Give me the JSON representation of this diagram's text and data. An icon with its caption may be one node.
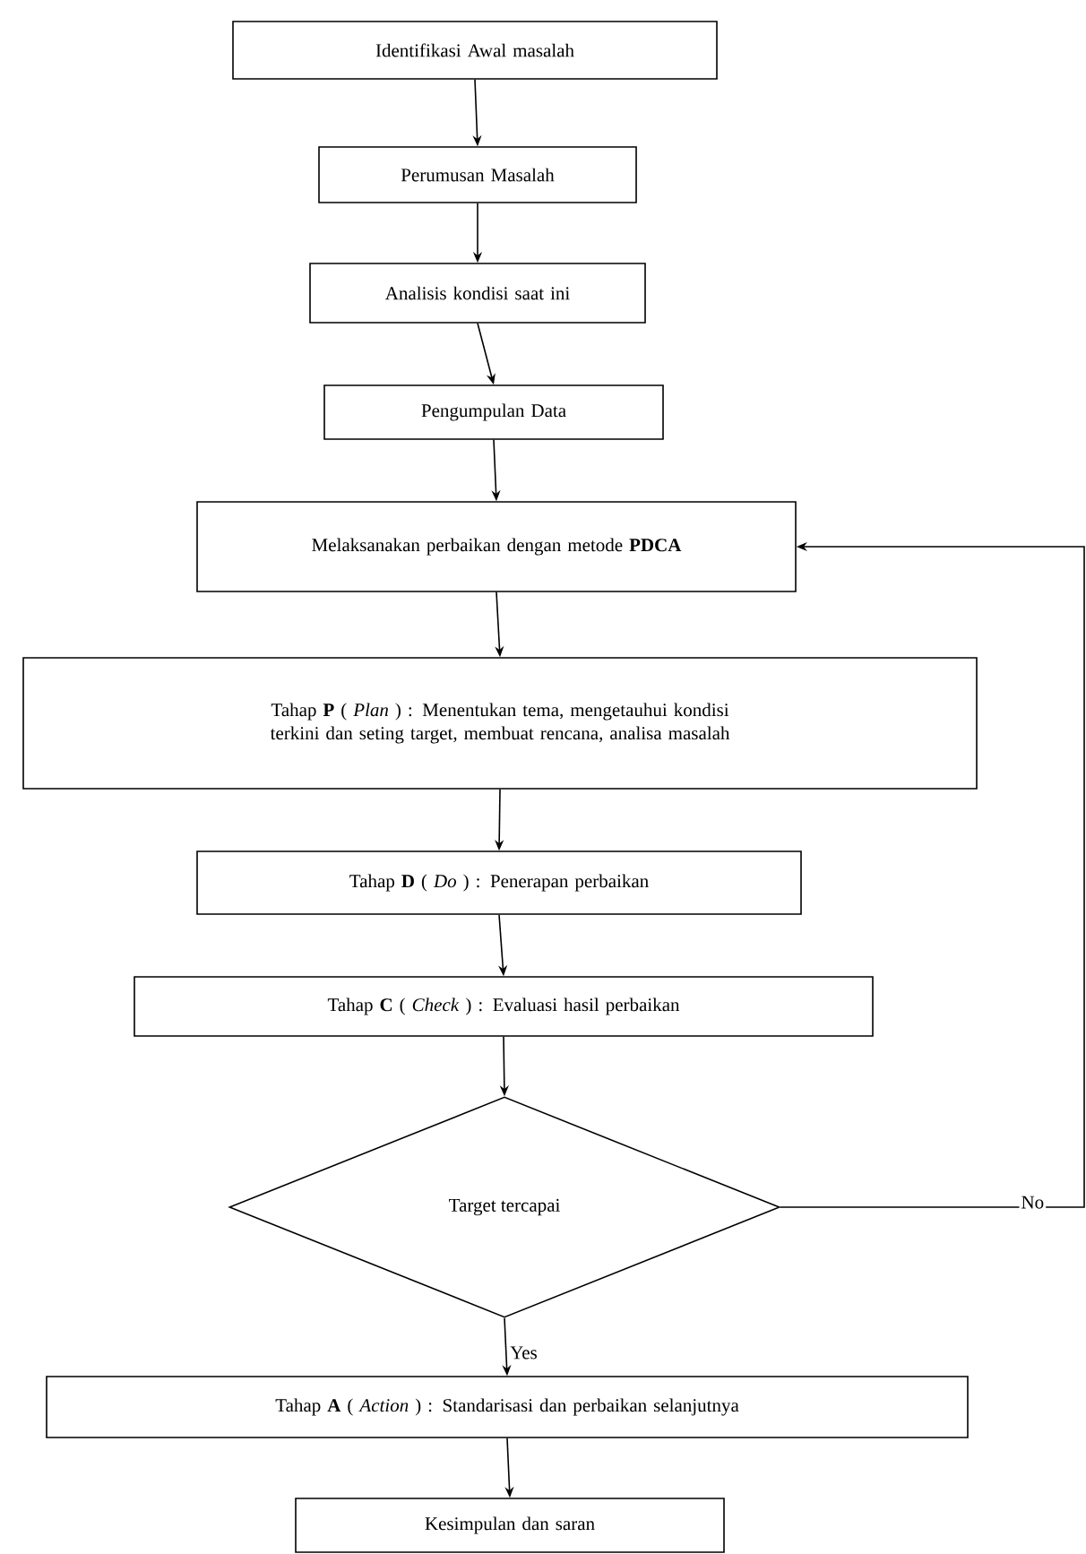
{
  "diagram": {
    "nodes": [
      {
        "text": [
          "Identifikasi Awal masalah"
        ]
      },
      {
        "text": [
          "Perumusan Masalah"
        ]
      },
      {
        "text": [
          "Analisis kondisi saat ini"
        ]
      },
      {
        "text": [
          "Pengumpulan Data"
        ]
      },
      {
        "text": [
          "Melaksanakan perbaikan dengan metode **PDCA**"
        ]
      },
      {
        "text": [
          "Tahap **P** ( *Plan* ) : Menentukan tema, mengetauhui kondisi terkini dan seting target, membuat rencana, analisa masalah"
        ]
      },
      {
        "text": [
          "Tahap **D** ( *Do* ) : Penerapan perbaikan"
        ]
      },
      {
        "text": [
          "Tahap **C** ( *Check* ) : Evaluasi hasil perbaikan"
        ]
      },
      {
        "text": [
          "Target tercapai"
        ]
      },
      {
        "text": [
          "Tahap **A** ( *Action* ) : Standarisasi dan perbaikan selanjutnya"
        ]
      },
      {
        "text": [
          "Kesimpulan dan saran"
        ]
      }
    ],
    "edges": [
      {
        "from": 0,
        "to": 1,
        "arrow": "to"
      },
      {
        "from": 1,
        "to": 2,
        "arrow": "to"
      },
      {
        "from": 2,
        "to": 3,
        "arrow": "to"
      },
      {
        "from": 3,
        "to": 4,
        "arrow": "to"
      },
      {
        "from": 4,
        "to": 5,
        "arrow": "to"
      },
      {
        "from": 5,
        "to": 6,
        "arrow": "to"
      },
      {
        "from": 6,
        "to": 7,
        "arrow": "to"
      },
      {
        "from": 7,
        "to": 8,
        "arrow": "to"
      },
      {
        "from": 8,
        "to": 4,
        "arrow": "to",
        "label": "No"
      },
      {
        "from": 8,
        "to": 9,
        "arrow": "to",
        "label": "Yes"
      },
      {
        "from": 9,
        "to": 10,
        "arrow": "to"
      }
    ]
  }
}
